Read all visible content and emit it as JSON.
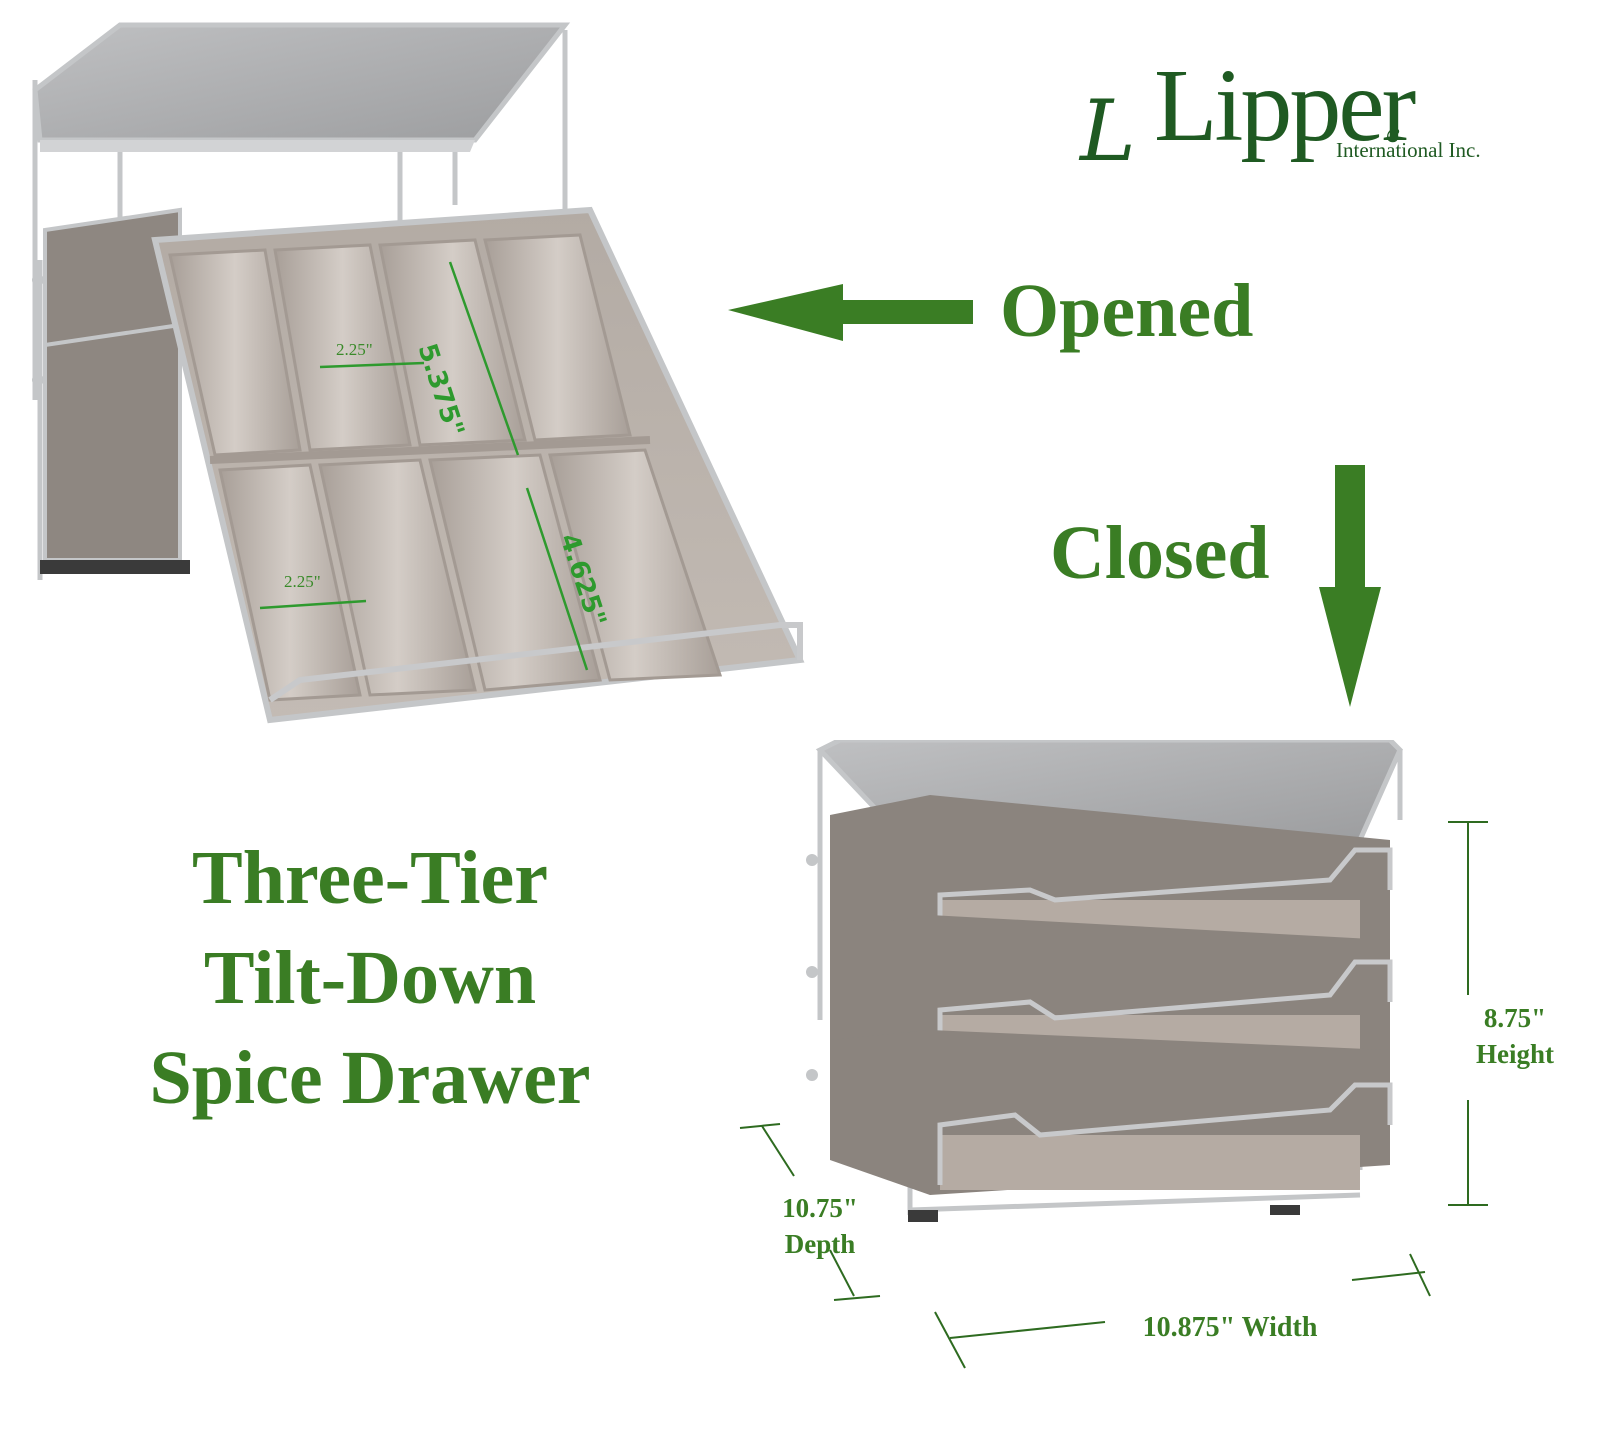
{
  "brand": {
    "logo_initial": "L",
    "name": "Lipper",
    "suffix": "International Inc.",
    "heart_glyph": "ɞ",
    "color": "#1f5a22"
  },
  "product": {
    "title_lines": [
      "Three-Tier",
      "Tilt-Down",
      "Spice Drawer"
    ],
    "title_color": "#3a7d24"
  },
  "states": {
    "opened": {
      "label": "Opened",
      "arrow_icon": "arrow-left"
    },
    "closed": {
      "label": "Closed",
      "arrow_icon": "arrow-down"
    }
  },
  "tray_dimensions": {
    "upper_slot_width": "2.25\"",
    "upper_slot_length": "5.375\"",
    "lower_slot_width": "2.25\"",
    "lower_slot_length": "4.625\""
  },
  "overall_dimensions": {
    "height": {
      "value": "8.75\"",
      "label": "Height"
    },
    "depth": {
      "value": "10.75\"",
      "label": "Depth"
    },
    "width": {
      "value": "10.875\"",
      "label": "Width",
      "combined": "10.875\" Width"
    }
  },
  "colors": {
    "accent_green": "#3a7d24",
    "measure_green": "#2e9a2e",
    "wire_silver": "#c4c6c8",
    "tray_taupe": "#b5aba3",
    "top_plate": "#a8a9ab"
  }
}
